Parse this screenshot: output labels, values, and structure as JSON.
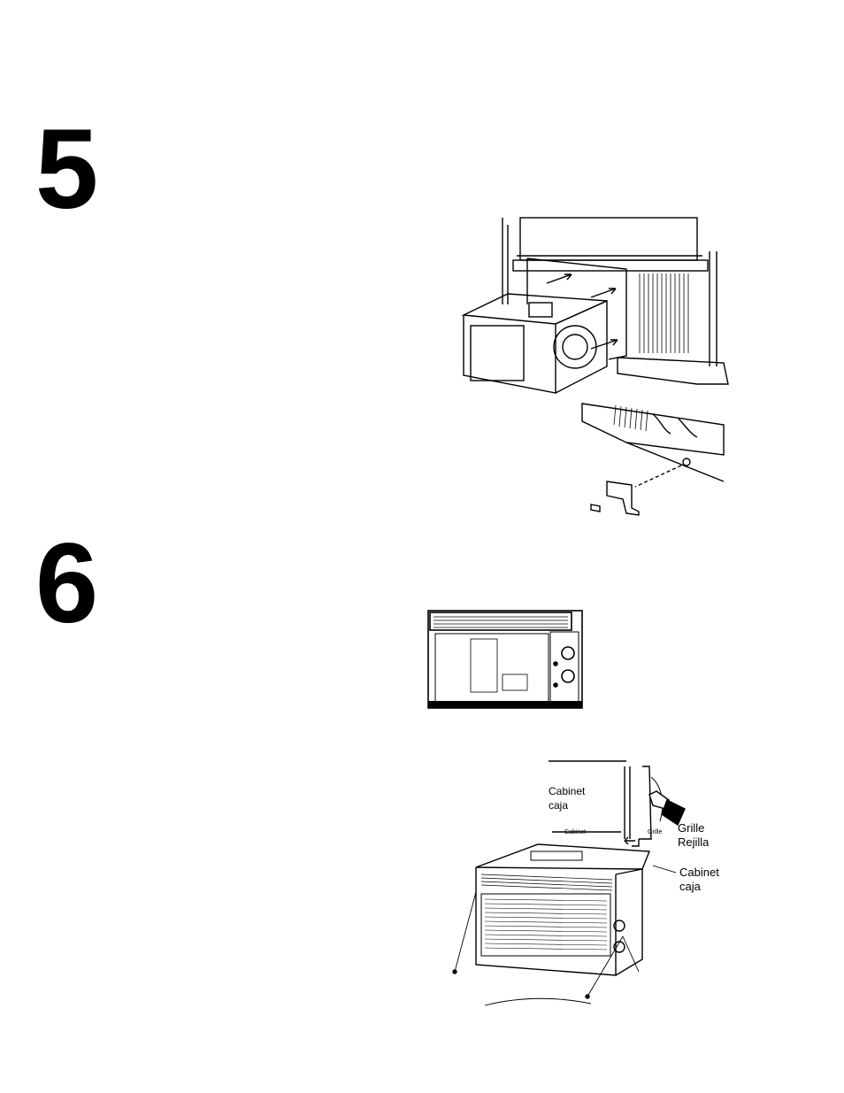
{
  "steps": [
    {
      "number": "5"
    },
    {
      "number": "6"
    }
  ],
  "figure3": {
    "labels": {
      "cabinet_top": "Cabinet",
      "caja_top": "caja",
      "cabinet_small": "Cabinet",
      "grille_small": "Grille",
      "grille": "Grille",
      "rejilla": "Rejilla",
      "cabinet_right": "Cabinet",
      "caja_right": "caja"
    }
  }
}
